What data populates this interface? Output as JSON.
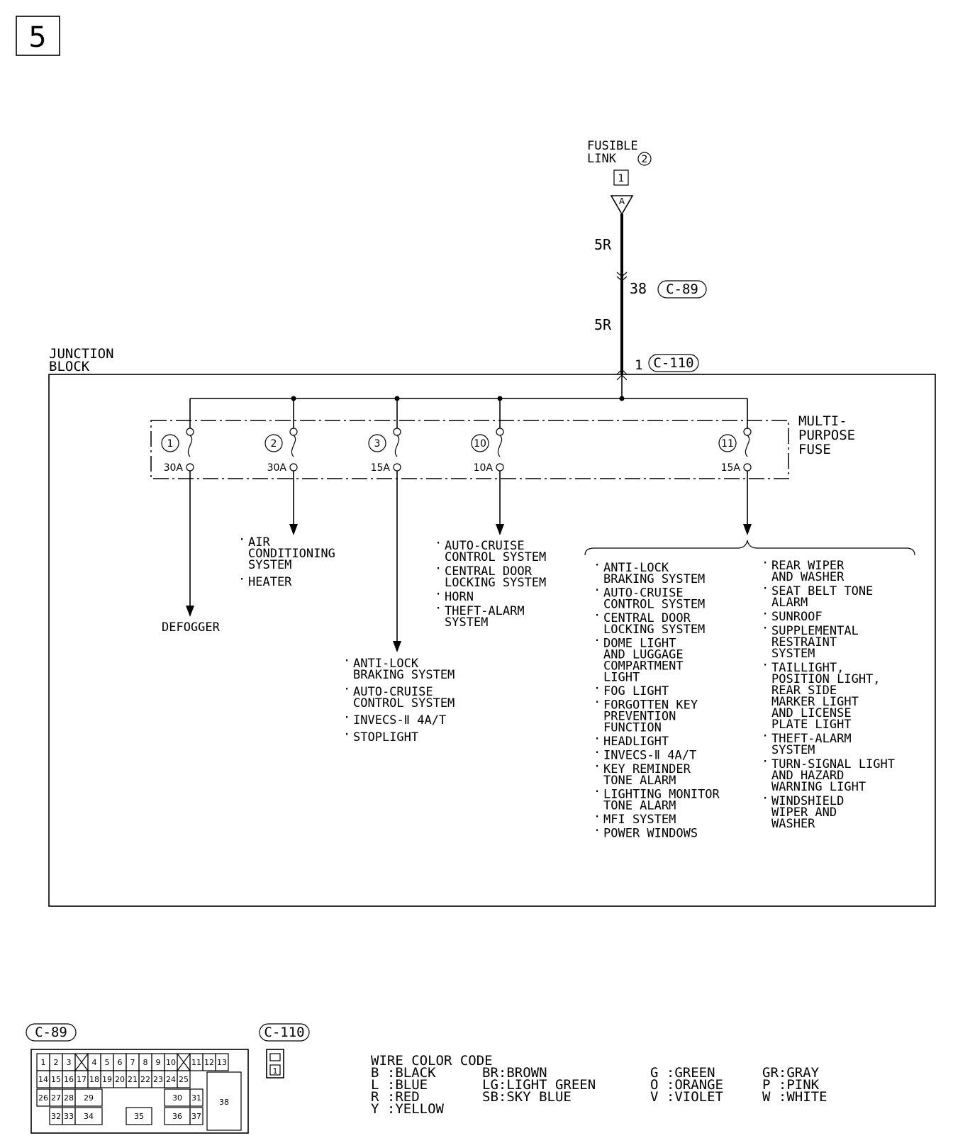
{
  "page_number": "5",
  "fusible_link": {
    "line1": "FUSIBLE",
    "line2": "LINK",
    "number": "2",
    "terminal": "1",
    "connector_letter": "A"
  },
  "wire_upper": "5R",
  "wire_lower": "5R",
  "mid_connector": {
    "pin": "38",
    "id": "C-89"
  },
  "jb_connector": {
    "pin": "1",
    "id": "C-110"
  },
  "junction_block": {
    "line1": "JUNCTION",
    "line2": "BLOCK"
  },
  "mp_fuse": {
    "line1": "MULTI-",
    "line2": "PURPOSE",
    "line3": "FUSE"
  },
  "fuses": [
    {
      "number": "1",
      "rating": "30A"
    },
    {
      "number": "2",
      "rating": "30A"
    },
    {
      "number": "3",
      "rating": "15A"
    },
    {
      "number": "10",
      "rating": "10A"
    },
    {
      "number": "11",
      "rating": "15A"
    }
  ],
  "loads": {
    "f1": [
      [
        "DEFOGGER"
      ]
    ],
    "f2": [
      [
        "AIR",
        "CONDITIONING",
        "SYSTEM"
      ],
      [
        "HEATER"
      ]
    ],
    "f3": [
      [
        "ANTI-LOCK",
        "BRAKING SYSTEM"
      ],
      [
        "AUTO-CRUISE",
        "CONTROL SYSTEM"
      ],
      [
        "INVECS-Ⅱ 4A/T"
      ],
      [
        "STOPLIGHT"
      ]
    ],
    "f10": [
      [
        "AUTO-CRUISE",
        "CONTROL SYSTEM"
      ],
      [
        "CENTRAL DOOR",
        "LOCKING SYSTEM"
      ],
      [
        "HORN"
      ],
      [
        "THEFT-ALARM",
        "SYSTEM"
      ]
    ],
    "f11_left": [
      [
        "ANTI-LOCK",
        "BRAKING SYSTEM"
      ],
      [
        "AUTO-CRUISE",
        "CONTROL SYSTEM"
      ],
      [
        "CENTRAL DOOR",
        "LOCKING SYSTEM"
      ],
      [
        "DOME LIGHT",
        "AND LUGGAGE",
        "COMPARTMENT",
        "LIGHT"
      ],
      [
        "FOG LIGHT"
      ],
      [
        "FORGOTTEN KEY",
        "PREVENTION",
        "FUNCTION"
      ],
      [
        "HEADLIGHT"
      ],
      [
        "INVECS-Ⅱ 4A/T"
      ],
      [
        "KEY REMINDER",
        "TONE ALARM"
      ],
      [
        "LIGHTING MONITOR",
        "TONE ALARM"
      ],
      [
        "MFI SYSTEM"
      ],
      [
        "POWER WINDOWS"
      ]
    ],
    "f11_right": [
      [
        "REAR WIPER",
        "AND WASHER"
      ],
      [
        "SEAT BELT TONE",
        "ALARM"
      ],
      [
        "SUNROOF"
      ],
      [
        "SUPPLEMENTAL",
        "RESTRAINT",
        "SYSTEM"
      ],
      [
        "TAILLIGHT,",
        "POSITION LIGHT,",
        "REAR SIDE",
        "MARKER LIGHT",
        "AND LICENSE",
        "PLATE LIGHT"
      ],
      [
        "THEFT-ALARM",
        "SYSTEM"
      ],
      [
        "TURN-SIGNAL LIGHT",
        "AND HAZARD",
        "WARNING LIGHT"
      ],
      [
        "WINDSHIELD",
        "WIPER AND",
        "WASHER"
      ]
    ]
  },
  "c89_label": "C-89",
  "c110_label": "C-110",
  "c89_pins": {
    "row1": [
      "1",
      "2",
      "3",
      "4",
      "5",
      "6",
      "7",
      "8",
      "9",
      "10",
      "11",
      "12",
      "13"
    ],
    "row2": [
      "14",
      "15",
      "16",
      "17",
      "18",
      "19",
      "20",
      "21",
      "22",
      "23",
      "24",
      "25"
    ],
    "row3": [
      "26",
      "27",
      "28",
      "29",
      "30",
      "31"
    ],
    "row4": [
      "32",
      "33",
      "34",
      "35",
      "36",
      "37"
    ],
    "big": "38"
  },
  "c110_pin": "1",
  "wire_color_code": {
    "title": "WIRE COLOR CODE",
    "entries": [
      [
        "B :BLACK",
        "L :BLUE",
        "R :RED",
        "Y :YELLOW"
      ],
      [
        "BR:BROWN",
        "LG:LIGHT GREEN",
        "SB:SKY BLUE"
      ],
      [
        "G :GREEN",
        "O :ORANGE",
        "V :VIOLET"
      ],
      [
        "GR:GRAY",
        "P :PINK",
        "W :WHITE"
      ]
    ]
  }
}
